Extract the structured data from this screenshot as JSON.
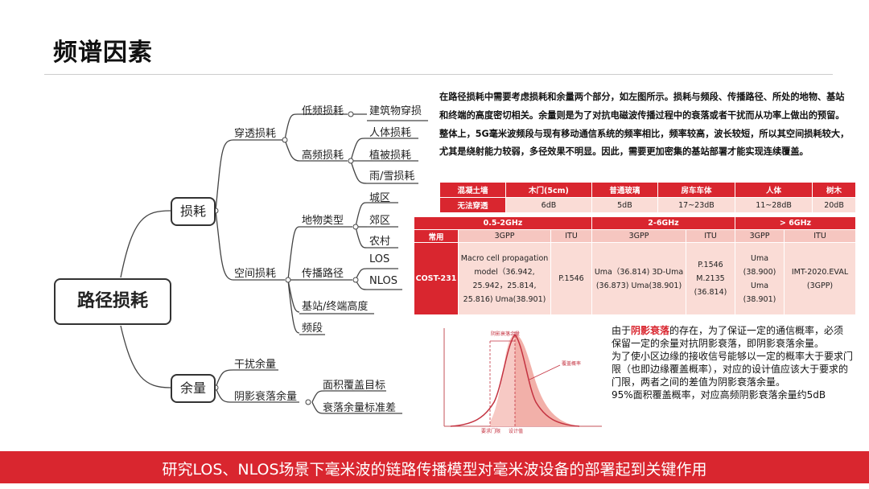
{
  "page": {
    "title": "频谱因素"
  },
  "mindmap": {
    "root": "路径损耗",
    "loss": {
      "label": "损耗",
      "penetration": {
        "label": "穿透损耗",
        "low": {
          "label": "低频损耗",
          "items": [
            "建筑物穿损"
          ]
        },
        "high": {
          "label": "高频损耗",
          "items": [
            "人体损耗",
            "植被损耗",
            "雨/雪损耗"
          ]
        }
      },
      "space": {
        "label": "空间损耗",
        "terrain": {
          "label": "地物类型",
          "items": [
            "城区",
            "郊区",
            "农村"
          ]
        },
        "propagation": {
          "label": "传播路径",
          "items": [
            "LOS",
            "NLOS"
          ]
        },
        "height": "基站/终端高度",
        "band": "频段"
      }
    },
    "margin": {
      "label": "余量",
      "interference": "干扰余量",
      "shadow": {
        "label": "阴影衰落余量",
        "items": [
          "面积覆盖目标",
          "衰落余量标准差"
        ]
      }
    }
  },
  "description": "在路径损耗中需要考虑损耗和余量两个部分，如左图所示。损耗与频段、传播路径、所处的地物、基站和终端的高度密切相关。余量则是为了对抗电磁波传播过程中的衰落或者干扰而从功率上做出的预留。整体上，5G毫米波频段与现有移动通信系统的频率相比，频率较高，波长较短，所以其空间损耗较大，尤其是绕射能力较弱，多径效果不明显。因此，需要更加密集的基站部署才能实现连续覆盖。",
  "penetration_table": {
    "headers": [
      "混凝土墙",
      "木门(5cm)",
      "普通玻璃",
      "房车车体",
      "人体",
      "树木"
    ],
    "values": [
      "无法穿透",
      "6dB",
      "5dB",
      "17~23dB",
      "11~28dB",
      "20dB"
    ]
  },
  "models_table": {
    "bands": [
      "0.5-2GHz",
      "2-6GHz",
      "> 6GHz"
    ],
    "corner": "常用",
    "subheaders": [
      "3GPP",
      "ITU",
      "3GPP",
      "ITU",
      "3GPP",
      "ITU"
    ],
    "row_label": "COST-231",
    "cells": [
      "Macro cell propagation model（36.942, 25.942，25.814, 25.816) Uma(38.901)",
      "P.1546",
      "Uma（36.814) 3D-Uma (36.873) Uma(38.901)",
      "P.1546 M.2135 (36.814)",
      "Uma (38.900) Uma (38.901)",
      "IMT-2020.EVAL (3GPP)"
    ]
  },
  "curve": {
    "label_top": "阴影衰落余量",
    "label_area": "覆盖概率",
    "label_req": "要求门限",
    "label_design": "设计值",
    "color": "#d9262f"
  },
  "shadow": {
    "p1_pre": "由于",
    "p1_hl": "阴影衰落",
    "p1_post": "的存在，为了保证一定的通信概率，必须保留一定的余量对抗阴影衰落，即阴影衰落余量。",
    "p2": "为了使小区边缘的接收信号能够以一定的概率大于要求门限（也即边缘覆盖概率），对应的设计值应该大于要求的门限，两者之间的差值为阴影衰落余量。",
    "p3": "95%面积覆盖概率，对应高频阴影衰落余量约5dB"
  },
  "footer": "研究LOS、NLOS场景下毫米波的链路传播模型对毫米波设备的部署起到关键作用",
  "colors": {
    "accent": "#d9262f",
    "light": "#fadcd6"
  }
}
